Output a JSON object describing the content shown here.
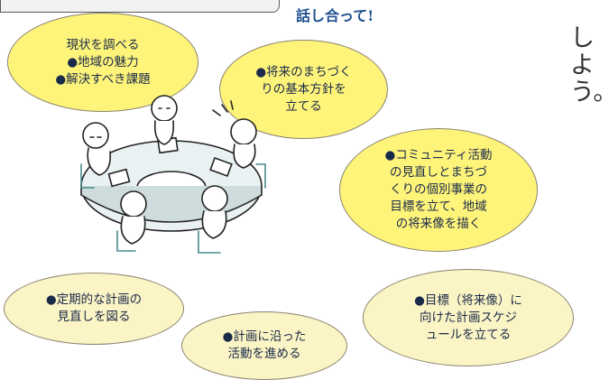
{
  "header": {
    "headline": "話し合って!"
  },
  "side_text": "しよう。",
  "ellipses": [
    {
      "id": "research",
      "text": "現状を調べる\n●地域の魅力\n●解決すべき課題"
    },
    {
      "id": "basic-policy",
      "text": "●将来のまちづく\nりの基本方針を\n立てる"
    },
    {
      "id": "activity-review",
      "text": "●コミュニティ活動\nの見直しとまちづ\nくりの個別事業の\n目標を立て、地域\nの将来像を描く"
    },
    {
      "id": "regular-review",
      "text": "●定期的な計画の\n見直しを図る"
    },
    {
      "id": "schedule",
      "text": "●目標（将来像）に\n向けた計画スケジ\nュールを立てる"
    },
    {
      "id": "act-on-plan",
      "text": "●計画に沿った\n活動を進める"
    }
  ],
  "colors": {
    "bright_yellow": "#fff47a",
    "pale_yellow": "#fbf4c4",
    "headline": "#1f4f8f"
  }
}
